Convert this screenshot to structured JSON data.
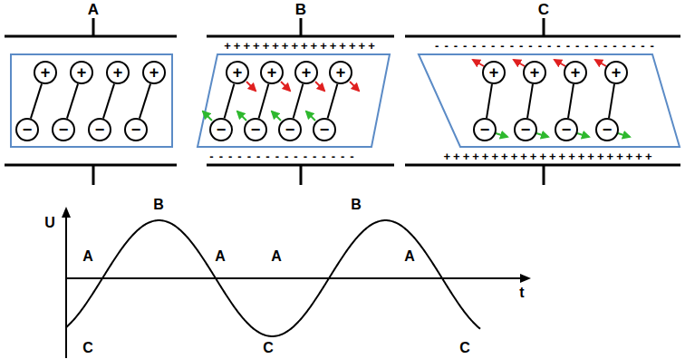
{
  "diagram": {
    "nodes": [
      {
        "text": [
          "+"
        ]
      },
      {
        "text": [
          "+"
        ]
      },
      {
        "text": [
          "+"
        ]
      },
      {
        "text": [
          "+"
        ]
      },
      {
        "text": [
          "−"
        ]
      },
      {
        "text": [
          "−"
        ]
      },
      {
        "text": [
          "−"
        ]
      },
      {
        "text": [
          "−"
        ]
      },
      {
        "text": [
          "+"
        ]
      },
      {
        "text": [
          "+"
        ]
      },
      {
        "text": [
          "+"
        ]
      },
      {
        "text": [
          "+"
        ]
      },
      {
        "text": [
          "−"
        ]
      },
      {
        "text": [
          "−"
        ]
      },
      {
        "text": [
          "−"
        ]
      },
      {
        "text": [
          "−"
        ]
      },
      {
        "text": [
          "+"
        ]
      },
      {
        "text": [
          "+"
        ]
      },
      {
        "text": [
          "+"
        ]
      },
      {
        "text": [
          "+"
        ]
      },
      {
        "text": [
          "−"
        ]
      },
      {
        "text": [
          "−"
        ]
      },
      {
        "text": [
          "−"
        ]
      },
      {
        "text": [
          "−"
        ]
      }
    ],
    "edges": [
      {
        "from": 0,
        "to": 4,
        "arrow": "none"
      },
      {
        "from": 1,
        "to": 5,
        "arrow": "none"
      },
      {
        "from": 2,
        "to": 6,
        "arrow": "none"
      },
      {
        "from": 3,
        "to": 7,
        "arrow": "none"
      },
      {
        "from": 8,
        "to": 12,
        "arrow": "none"
      },
      {
        "from": 9,
        "to": 13,
        "arrow": "none"
      },
      {
        "from": 10,
        "to": 14,
        "arrow": "none"
      },
      {
        "from": 11,
        "to": 15,
        "arrow": "none"
      },
      {
        "from": 16,
        "to": 20,
        "arrow": "none"
      },
      {
        "from": 17,
        "to": 21,
        "arrow": "none"
      },
      {
        "from": 18,
        "to": 22,
        "arrow": "none"
      },
      {
        "from": 19,
        "to": 23,
        "arrow": "none"
      }
    ],
    "labels": [
      "A",
      "B",
      "C",
      "++++++++++++++++",
      "----------------",
      "------------------------",
      "++++++++++++++++++++++",
      "U",
      "t",
      "A",
      "B",
      "A",
      "A",
      "B",
      "A",
      "C",
      "C",
      "C"
    ]
  }
}
